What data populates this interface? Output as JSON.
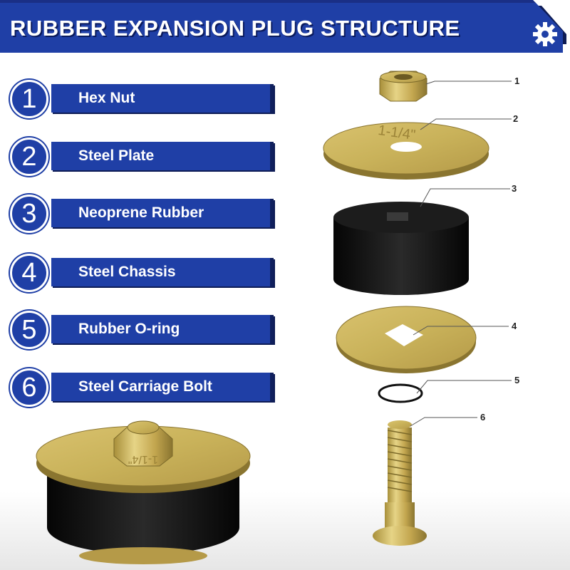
{
  "header": {
    "title": "RUBBER EXPANSION PLUG STRUCTURE",
    "accent_color": "#1f3fa6",
    "icon": "gear-icon"
  },
  "parts": [
    {
      "number": "1",
      "label": "Hex Nut"
    },
    {
      "number": "2",
      "label": "Steel Plate"
    },
    {
      "number": "3",
      "label": "Neoprene Rubber"
    },
    {
      "number": "4",
      "label": "Steel Chassis"
    },
    {
      "number": "5",
      "label": "Rubber O-ring"
    },
    {
      "number": "6",
      "label": "Steel Carriage Bolt"
    }
  ],
  "callouts": [
    "1",
    "2",
    "3",
    "4",
    "5",
    "6"
  ],
  "plate_marking": "1-1/4\"",
  "colors": {
    "brand_blue": "#1f3fa6",
    "zinc_gold": "#c9b25a",
    "rubber_black": "#111111"
  }
}
